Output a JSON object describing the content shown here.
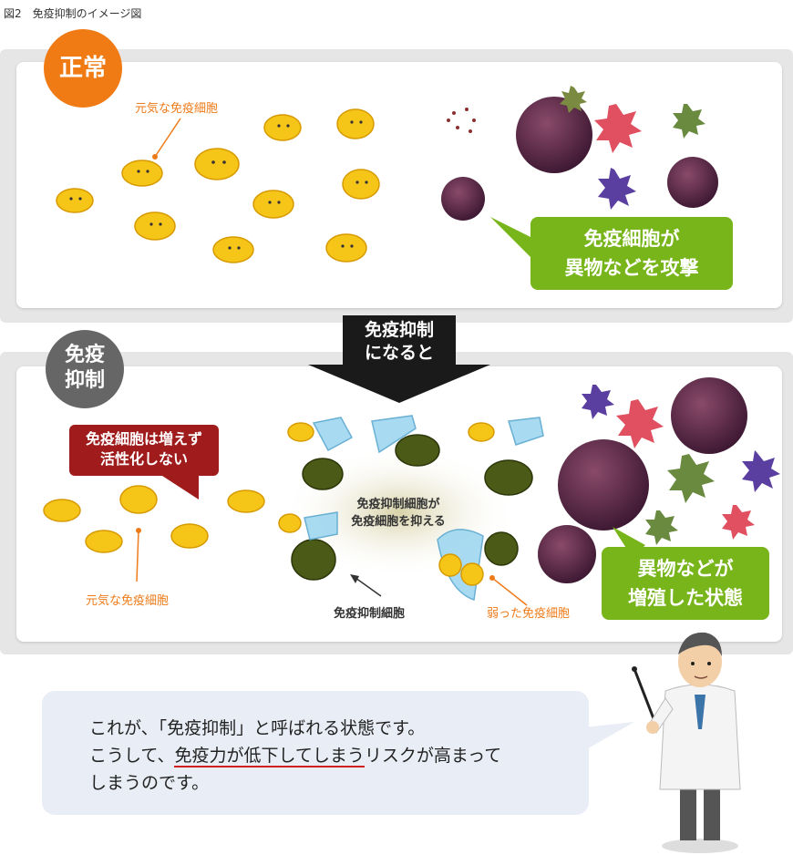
{
  "caption": "図2　免疫抑制のイメージ図",
  "top_panel": {
    "badge": "正常",
    "label_healthy": "元気な免疫細胞",
    "speech": [
      "免疫細胞が",
      "異物などを攻撃"
    ]
  },
  "arrow": {
    "line1": "免疫抑制",
    "line2": "になると"
  },
  "bottom_panel": {
    "badge_line1": "免疫",
    "badge_line2": "抑制",
    "speech_red": [
      "免疫細胞は増えず",
      "活性化しない"
    ],
    "label_healthy": "元気な免疫細胞",
    "center_text": [
      "免疫抑制細胞が",
      "免疫細胞を抑える"
    ],
    "label_suppressor": "免疫抑制細胞",
    "label_weak": "弱った免疫細胞",
    "speech_green": [
      "異物などが",
      "増殖した状態"
    ]
  },
  "explanation": {
    "line1": "これが、「免疫抑制」と呼ばれる状態です。",
    "line2_pre": "こうして、",
    "line2_underlined": "免疫力が低下してしまう",
    "line2_post": "リスクが高まって",
    "line3": "しまうのです。"
  },
  "colors": {
    "orange": "#f07a14",
    "gray_badge": "#666666",
    "green": "#78b51b",
    "dark_red": "#a01c1c",
    "yellow_cell": "#f5c518",
    "olive_cell": "#4b5a16",
    "purple_mass": "#4a1f3a"
  }
}
